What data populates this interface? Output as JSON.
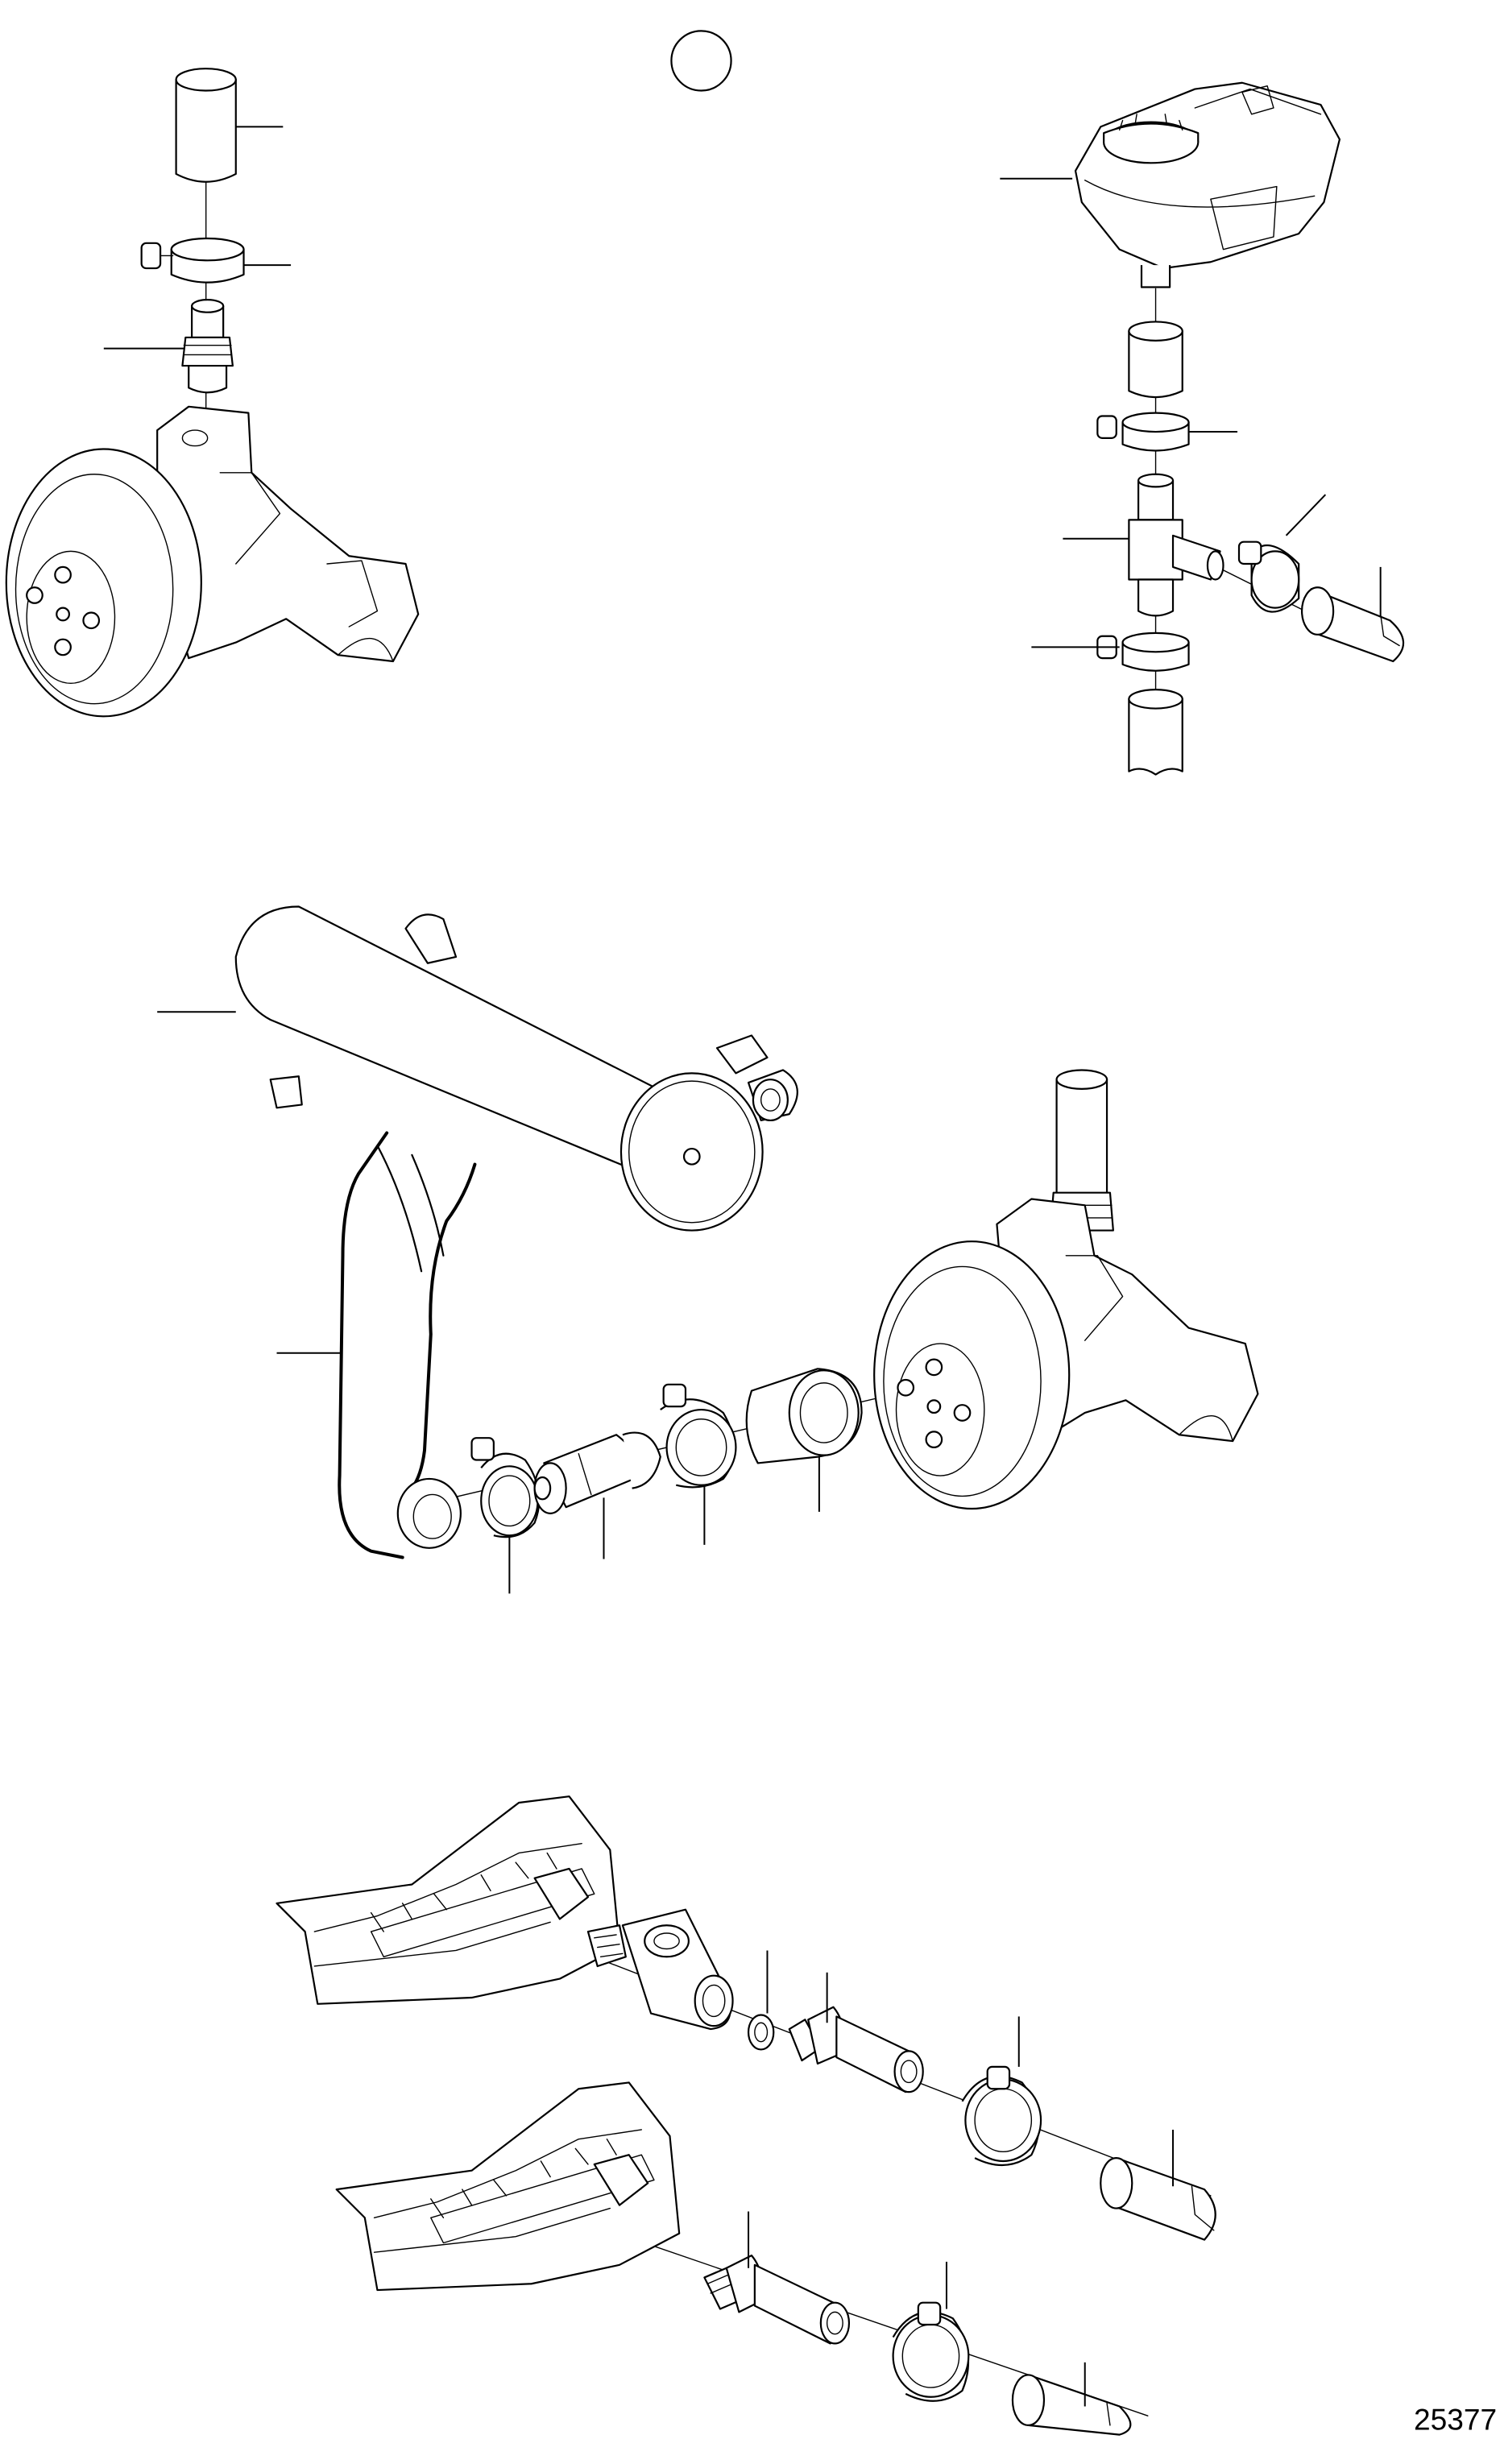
{
  "figure_number": "25377",
  "colors": {
    "line": "#000000",
    "background": "#ffffff"
  },
  "groups": [
    {
      "id": "top-left",
      "parts": [
        "coolant-hose",
        "hose-clamp",
        "hose-nipple",
        "coolant-pump"
      ]
    },
    {
      "id": "top-right",
      "parts": [
        "expansion-tank",
        "hose-sleeve",
        "hose-clamp",
        "tee-connector",
        "hose-clamp",
        "coolant-hose",
        "hose-clamp",
        "hose-sleeve"
      ]
    },
    {
      "id": "middle",
      "parts": [
        "heat-exchanger",
        "bent-pipe",
        "hose-clamp",
        "connection-pipe",
        "hose-clamp",
        "rubber-sleeve",
        "coolant-pump"
      ]
    },
    {
      "id": "bottom",
      "parts": [
        "engine-block",
        "tee-fitting",
        "sealing-washer",
        "nipple",
        "hose-clamp",
        "coolant-hose",
        "engine-block",
        "nipple",
        "hose-clamp",
        "coolant-hose"
      ]
    }
  ]
}
